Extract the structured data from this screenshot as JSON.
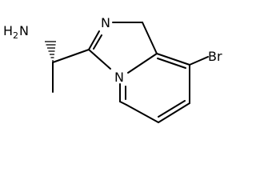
{
  "molecule": {
    "atoms": {
      "amine_main": "H",
      "amine_sub": "2",
      "amine_n": "N",
      "ring_n_top": "N",
      "ring_n_bridge": "N",
      "bromine": "Br"
    }
  }
}
